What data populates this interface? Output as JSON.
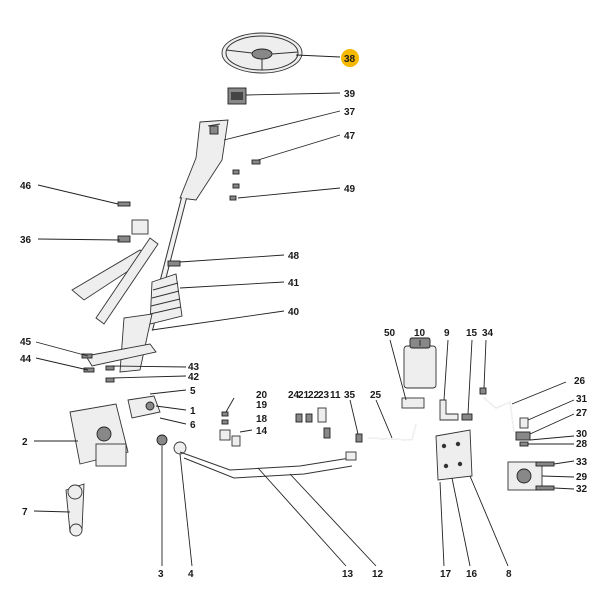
{
  "highlight_color": "#f5b800",
  "highlighted_callout": "38",
  "callouts": [
    "38",
    "39",
    "37",
    "47",
    "49",
    "46",
    "36",
    "48",
    "41",
    "40",
    "45",
    "44",
    "43",
    "42",
    "5",
    "1",
    "6",
    "2",
    "7",
    "3",
    "4",
    "20",
    "19",
    "18",
    "14",
    "24",
    "21",
    "22",
    "23",
    "11",
    "35",
    "25",
    "50",
    "10",
    "9",
    "15",
    "34",
    "26",
    "31",
    "27",
    "30",
    "28",
    "33",
    "29",
    "32",
    "13",
    "12",
    "17",
    "16",
    "8"
  ]
}
